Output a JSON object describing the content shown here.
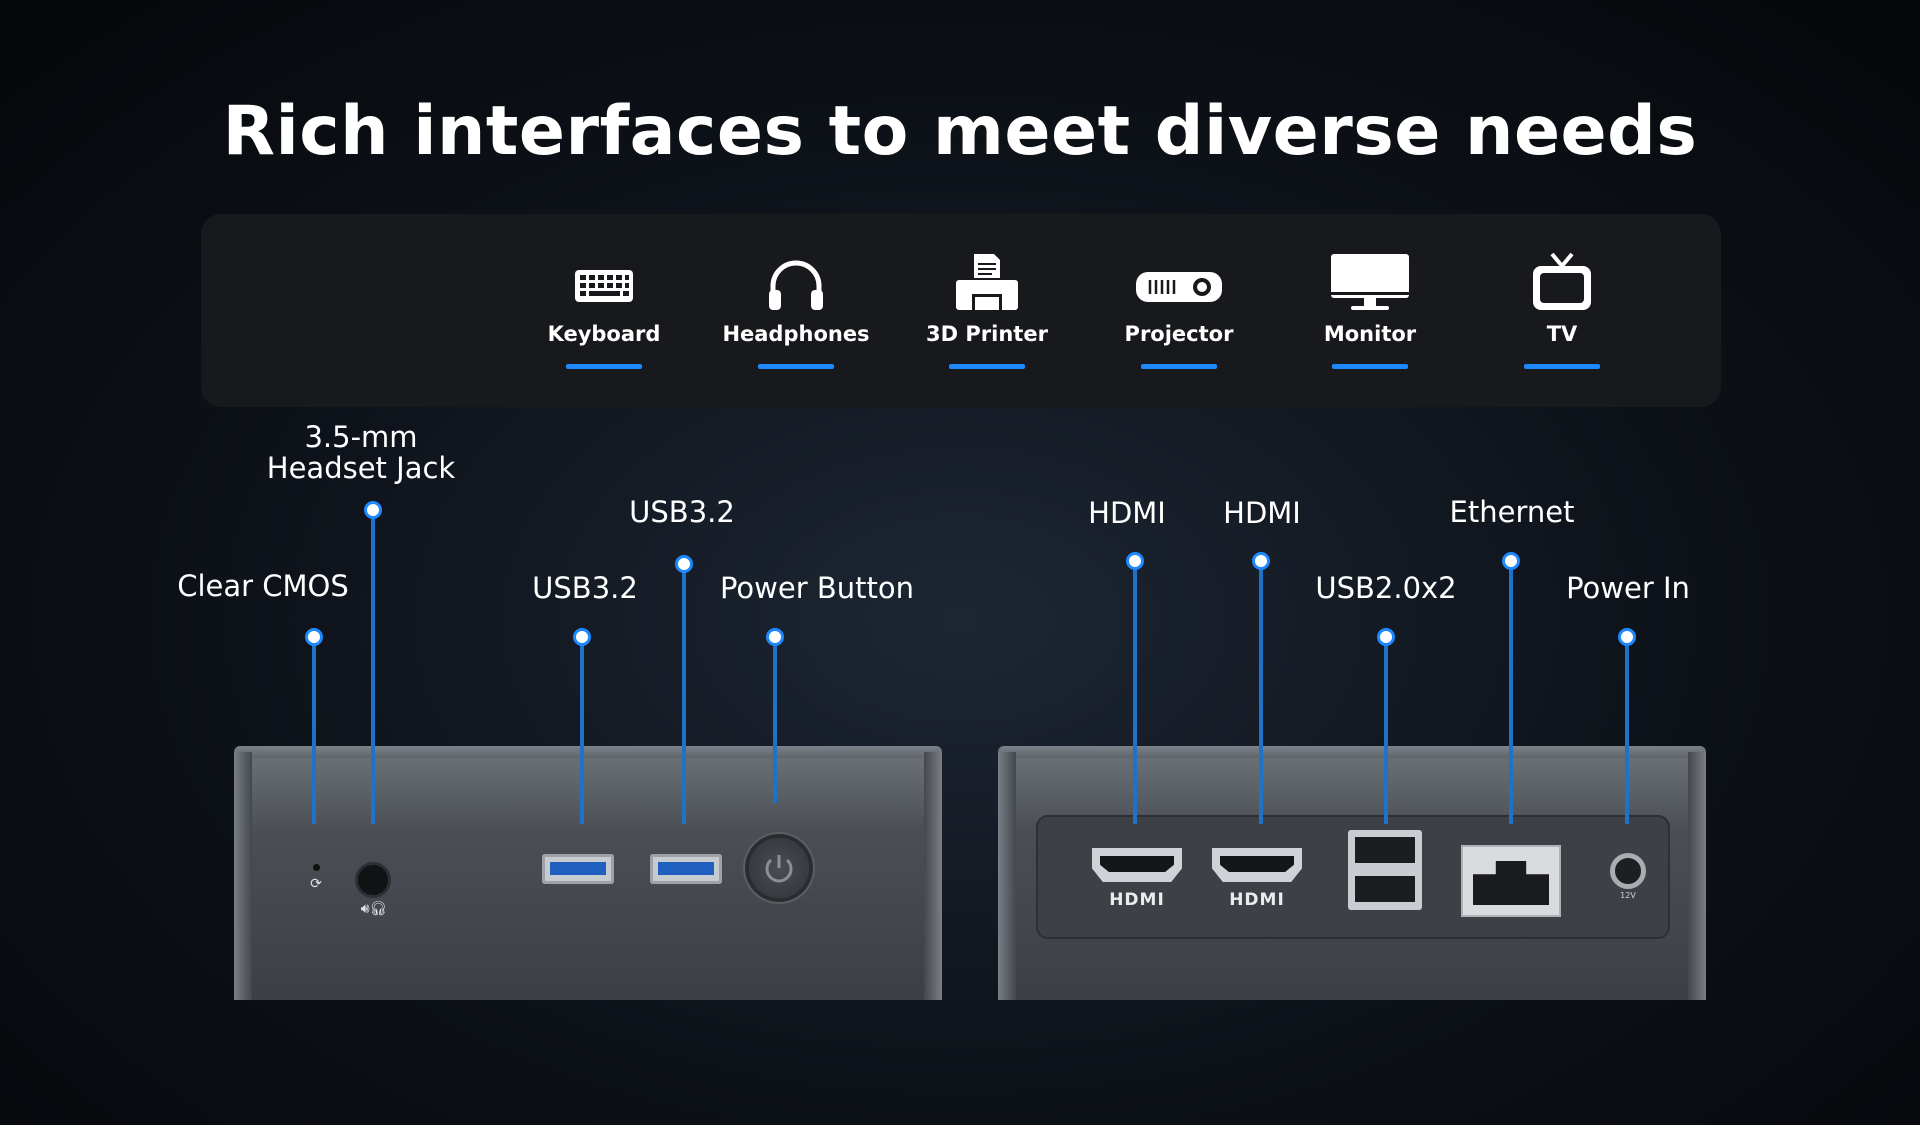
{
  "title": "Rich interfaces to meet diverse needs",
  "devices": [
    {
      "label": "Keyboard",
      "icon": "keyboard-icon"
    },
    {
      "label": "Headphones",
      "icon": "headphones-icon"
    },
    {
      "label": "3D Printer",
      "icon": "printer-icon"
    },
    {
      "label": "Projector",
      "icon": "projector-icon"
    },
    {
      "label": "Monitor",
      "icon": "monitor-icon"
    },
    {
      "label": "TV",
      "icon": "tv-icon"
    }
  ],
  "front_ports": {
    "clear_cmos": "Clear CMOS",
    "headset_jack_line1": "3.5-mm",
    "headset_jack_line2": "Headset Jack",
    "usb32_a": "USB3.2",
    "usb32_b": "USB3.2",
    "power_button": "Power Button"
  },
  "rear_ports": {
    "hdmi_a": "HDMI",
    "hdmi_b": "HDMI",
    "usb20": "USB2.0x2",
    "ethernet": "Ethernet",
    "power_in": "Power In"
  },
  "port_markings": {
    "hdmi_logo": "HDMI",
    "dc_rating": "12V"
  },
  "colors": {
    "accent": "#1e88ff",
    "leader_line": "#1e73c8",
    "strip_bg": "#18191c",
    "usb3_blue": "#1e5fbf"
  }
}
